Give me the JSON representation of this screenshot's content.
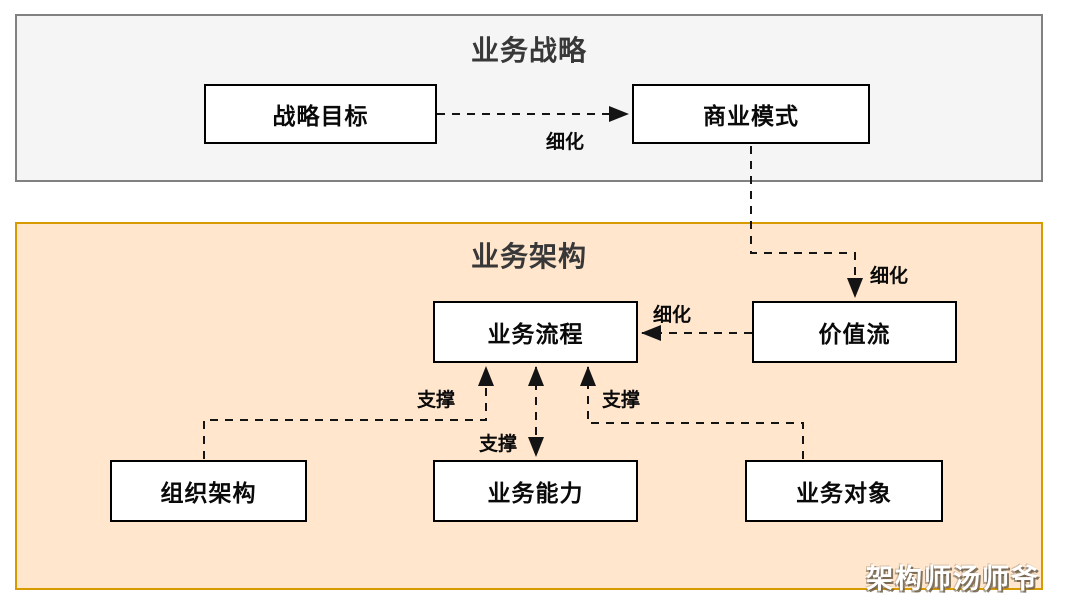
{
  "sections": {
    "strategy": {
      "title": "业务战略"
    },
    "architecture": {
      "title": "业务架构"
    }
  },
  "nodes": {
    "strategic_goal": "战略目标",
    "business_model": "商业模式",
    "business_process": "业务流程",
    "value_stream": "价值流",
    "org_structure": "组织架构",
    "business_capability": "业务能力",
    "business_object": "业务对象"
  },
  "edges": {
    "refine_goal_to_model": "细化",
    "refine_model_to_value_stream": "细化",
    "refine_value_stream_to_process": "细化",
    "support_org_to_process": "支撑",
    "support_capability_to_process": "支撑",
    "support_object_to_process": "支撑"
  },
  "watermark": "架构师汤师爷",
  "colors": {
    "strategy_fill": "#f5f5f5",
    "strategy_border": "#818181",
    "architecture_fill": "#ffe6cc",
    "architecture_border": "#d79b00",
    "node_fill": "#ffffff",
    "node_border": "#000000",
    "connector": "#141414",
    "watermark_text": "#ffffff"
  }
}
